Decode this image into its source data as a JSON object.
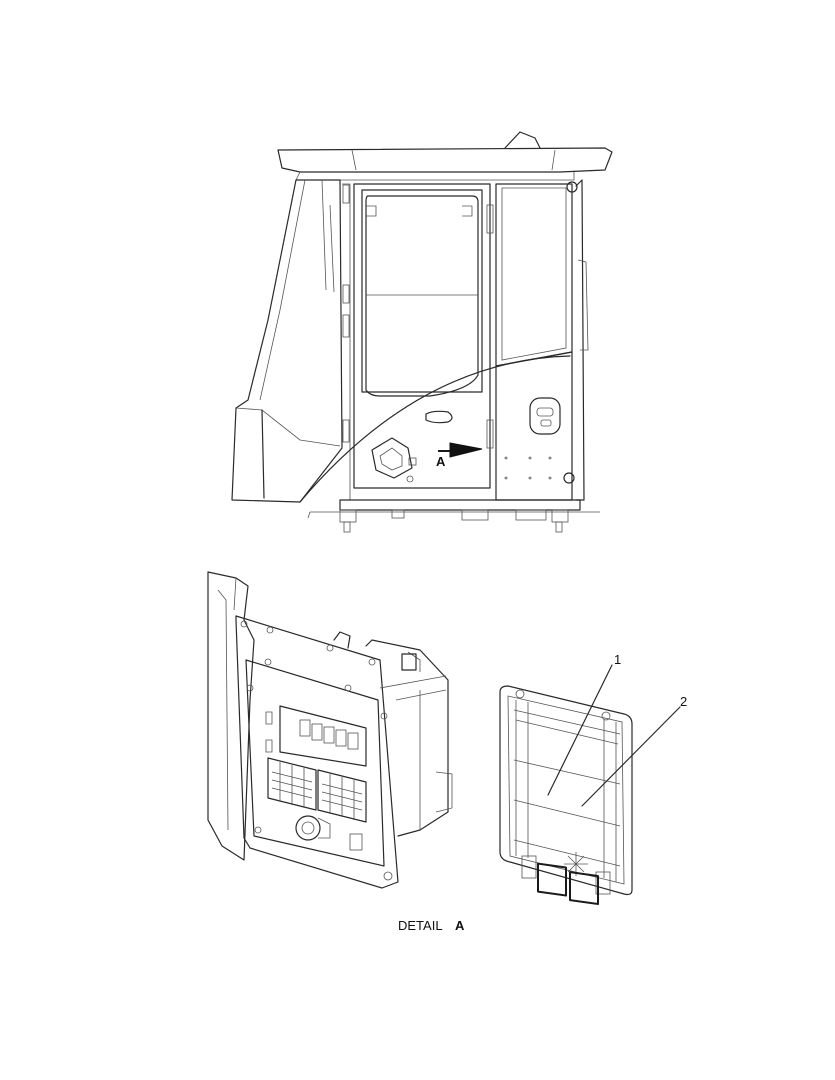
{
  "callouts": {
    "view_arrow_label": "A",
    "item_1": "1",
    "item_2": "2"
  },
  "caption": {
    "detail_word": "DETAIL",
    "detail_letter": "A"
  }
}
